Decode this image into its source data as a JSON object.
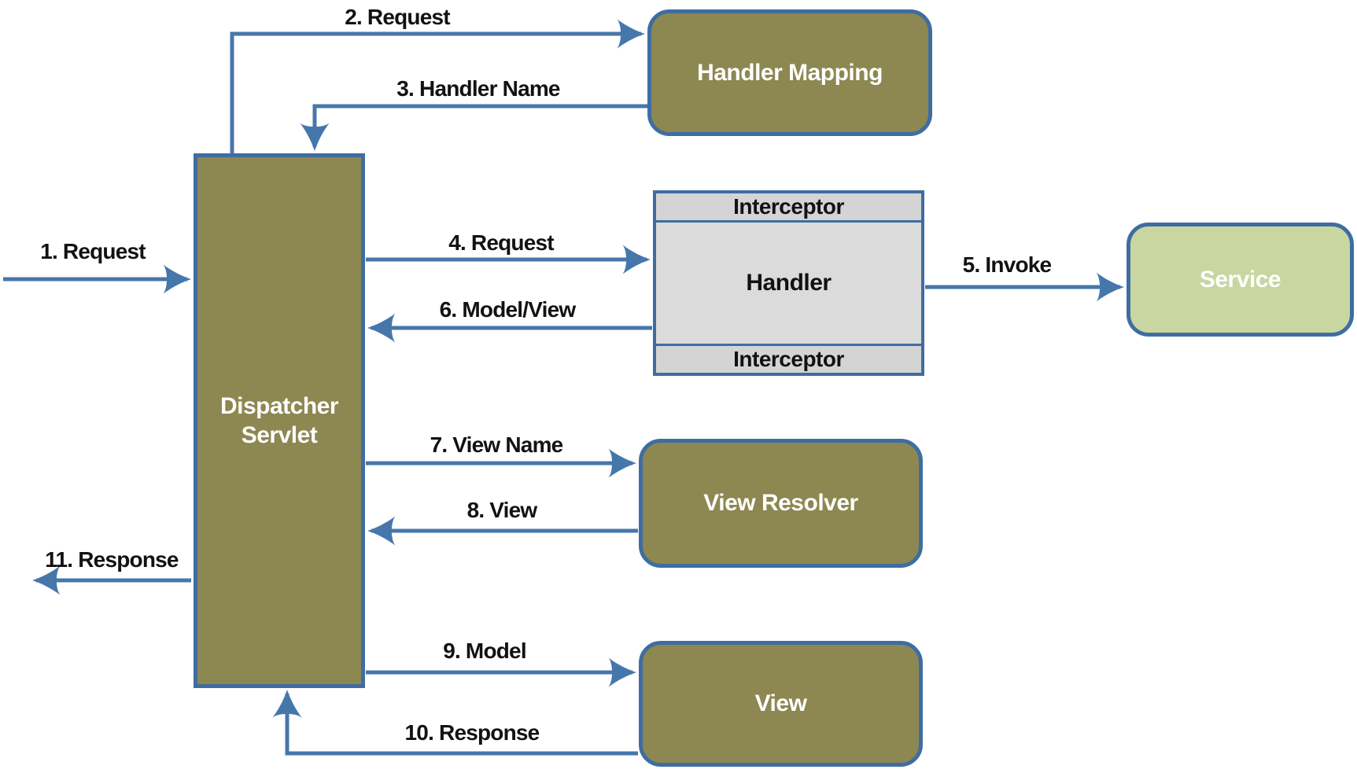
{
  "boxes": {
    "dispatcher_servlet": {
      "label": "Dispatcher Servlet"
    },
    "handler_mapping": {
      "label": "Handler Mapping"
    },
    "handler": {
      "label": "Handler",
      "interceptor_top": "Interceptor",
      "interceptor_bottom": "Interceptor"
    },
    "service": {
      "label": "Service"
    },
    "view_resolver": {
      "label": "View Resolver"
    },
    "view": {
      "label": "View"
    }
  },
  "steps": [
    {
      "label": "1. Request"
    },
    {
      "label": "2. Request"
    },
    {
      "label": "3. Handler Name"
    },
    {
      "label": "4. Request"
    },
    {
      "label": "5. Invoke"
    },
    {
      "label": "6. Model/View"
    },
    {
      "label": "7. View Name"
    },
    {
      "label": "8. View"
    },
    {
      "label": "9. Model"
    },
    {
      "label": "10. Response"
    },
    {
      "label": "11. Response"
    }
  ],
  "colors": {
    "box_olive": "#8d8751",
    "box_green": "#c9d6a0",
    "box_gray": "#d4d4d4",
    "box_gray_mid": "#dbdbdb",
    "border_blue": "#3f6da1",
    "arrow_blue": "#4677ab",
    "label_text": "#121212",
    "box_text": "#ffffff"
  }
}
